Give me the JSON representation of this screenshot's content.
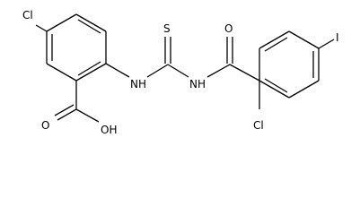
{
  "molecule": {
    "atom_labels": {
      "cl_left": "Cl",
      "nh_left": "NH",
      "s": "S",
      "nh_right": "NH",
      "o_amide": "O",
      "iodine": "I",
      "cl_bottom": "Cl",
      "oh": "OH",
      "o_acid": "O"
    },
    "colors": {
      "bond": "#000000",
      "label": "#000000",
      "background": "#ffffff"
    }
  }
}
